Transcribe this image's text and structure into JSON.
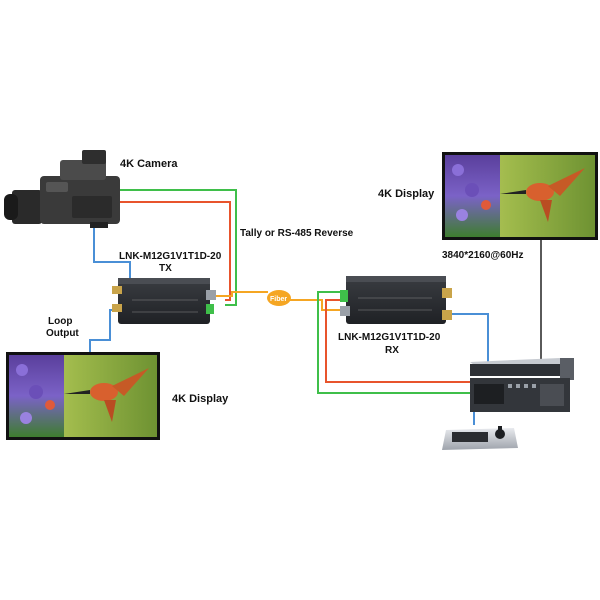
{
  "labels": {
    "camera": "4K Camera",
    "tally": "Tally or RS-485 Reverse",
    "display_top": "4K Display",
    "resolution": "3840*2160@60Hz",
    "tx_model": "LNK-M12G1V1T1D-20",
    "tx_role": "TX",
    "rx_model": "LNK-M12G1V1T1D-20",
    "rx_role": "RX",
    "fiber": "Fiber",
    "loop_line1": "Loop",
    "loop_line2": "Output",
    "display_bottom": "4K Display"
  },
  "colors": {
    "sdi_line": "#4a8fd6",
    "tally_red": "#e8542c",
    "rs485_green": "#3fbf4a",
    "fiber_line": "#f5a623",
    "fiber_badge": "#f5a623",
    "box_dark": "#2b2d31",
    "connector_gold": "#c9a44a"
  },
  "icons": {
    "camera": "broadcast-camera-icon",
    "tx_unit": "fiber-transmitter-icon",
    "rx_unit": "fiber-receiver-icon",
    "display": "monitor-hummingbird-image",
    "controller": "ptz-controller-icon",
    "switcher": "video-switcher-icon"
  }
}
